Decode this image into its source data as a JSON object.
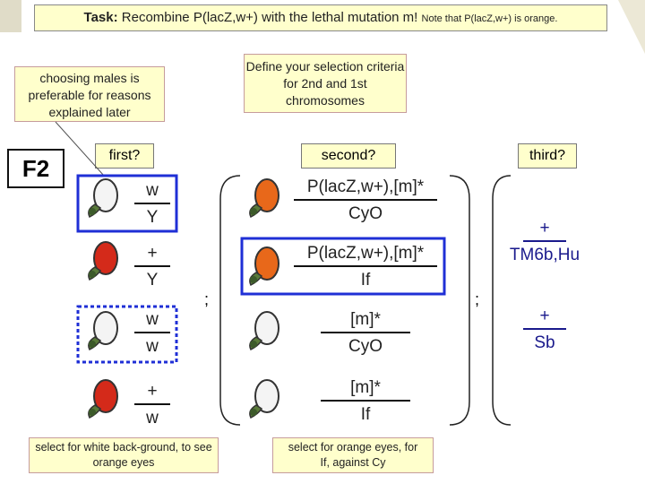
{
  "task": {
    "label": "Task:",
    "text": "Recombine P(lacZ,w+) with the lethal mutation m!",
    "note": "Note that P(lacZ,w+) is orange."
  },
  "notes": {
    "males": "choosing males is preferable for reasons explained later",
    "define": "Define your selection criteria for 2nd and 1st chromosomes",
    "select_white": "select for white back-ground, to see orange eyes",
    "select_orange_1": "select for orange eyes, for",
    "select_orange_2": "If, against Cy"
  },
  "labels": {
    "f2": "F2",
    "first": "first?",
    "second": "second?",
    "third": "third?",
    "semicolon": ";"
  },
  "first_chrom": [
    {
      "top": "w",
      "bottom": "Y"
    },
    {
      "top": "+",
      "bottom": "Y"
    },
    {
      "top": "w",
      "bottom": "w"
    },
    {
      "top": "+",
      "bottom": "w"
    }
  ],
  "second_chrom": [
    {
      "top": "P(lacZ,w+),[m]*",
      "bottom": "CyO"
    },
    {
      "top": "P(lacZ,w+),[m]*",
      "bottom": "If"
    },
    {
      "top": "[m]*",
      "bottom": "CyO"
    },
    {
      "top": "[m]*",
      "bottom": "If"
    }
  ],
  "third_chrom": [
    {
      "top": "+",
      "bottom": "TM6b,Hu"
    },
    {
      "top": "+",
      "bottom": "Sb"
    }
  ],
  "colors": {
    "accent": "#1f2fd6",
    "note_fill": "#ffffcc",
    "eye_orange": "#e8681a",
    "eye_red": "#d42a1a",
    "eye_white": "#ffffff"
  }
}
